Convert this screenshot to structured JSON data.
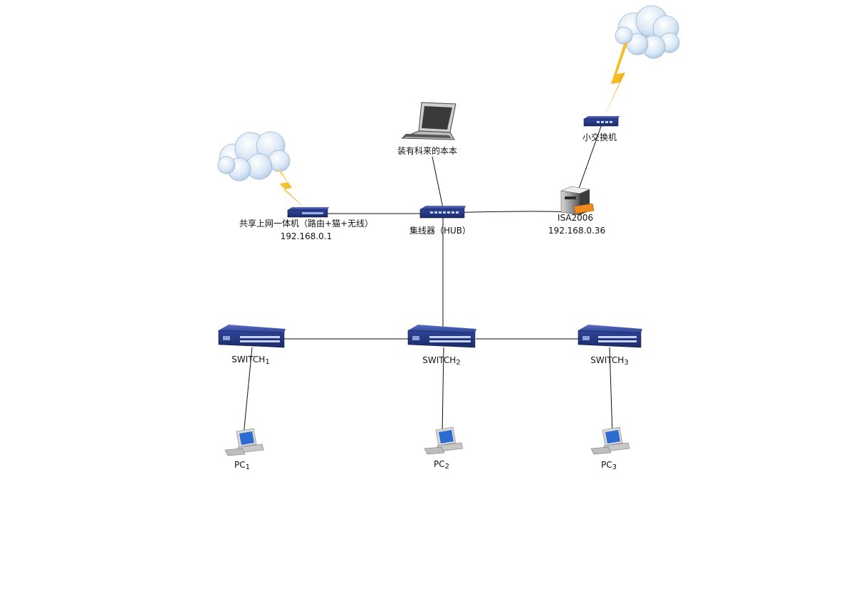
{
  "diagram": {
    "nodes": {
      "router": {
        "label": "共享上网一体机（路由+猫+无线）",
        "ip": "192.168.0.1",
        "icon": "network-device-icon"
      },
      "laptop": {
        "label": "装有科来的本本",
        "icon": "laptop-icon"
      },
      "hub": {
        "label": "集线器（HUB）",
        "icon": "hub-icon"
      },
      "isa": {
        "label": "ISA2006",
        "ip": "192.168.0.36",
        "icon": "server-icon"
      },
      "small_switch": {
        "label": "小交换机",
        "icon": "network-device-icon"
      },
      "switch1": {
        "label_main": "SWITCH",
        "label_sub": "1",
        "icon": "switch-icon"
      },
      "switch2": {
        "label_main": "SWITCH",
        "label_sub": "2",
        "icon": "switch-icon"
      },
      "switch3": {
        "label_main": "SWITCH",
        "label_sub": "3",
        "icon": "switch-icon"
      },
      "pc1": {
        "label_main": "PC",
        "label_sub": "1",
        "icon": "pc-icon"
      },
      "pc2": {
        "label_main": "PC",
        "label_sub": "2",
        "icon": "pc-icon"
      },
      "pc3": {
        "label_main": "PC",
        "label_sub": "3",
        "icon": "pc-icon"
      }
    },
    "clouds": [
      "cloud-icon",
      "cloud-icon"
    ],
    "colors": {
      "device_blue": "#2a3f8f",
      "device_dark": "#1c2a66",
      "line": "#111111",
      "lightning": "#f2b705",
      "cloud": "#cfe0f2"
    }
  }
}
